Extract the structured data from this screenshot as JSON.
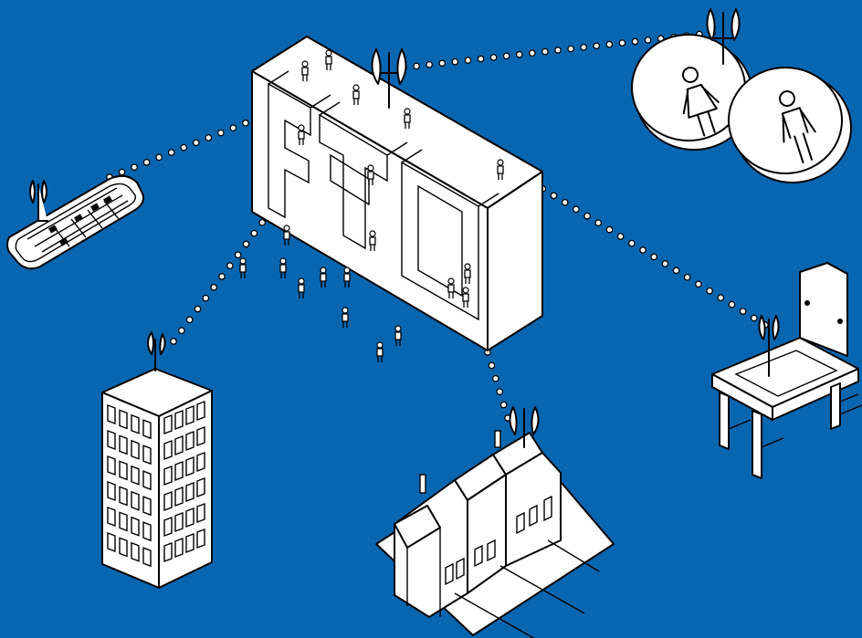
{
  "colors": {
    "background": "#0866b0",
    "line": "#000000",
    "fill": "#ffffff"
  },
  "icons": [
    "antenna-icon",
    "person-icon",
    "woman-icon",
    "man-icon"
  ],
  "nodes": [
    "ftc-letters-building",
    "mobile-phone",
    "office-tower",
    "row-houses",
    "restroom-signs",
    "sink-furniture"
  ]
}
